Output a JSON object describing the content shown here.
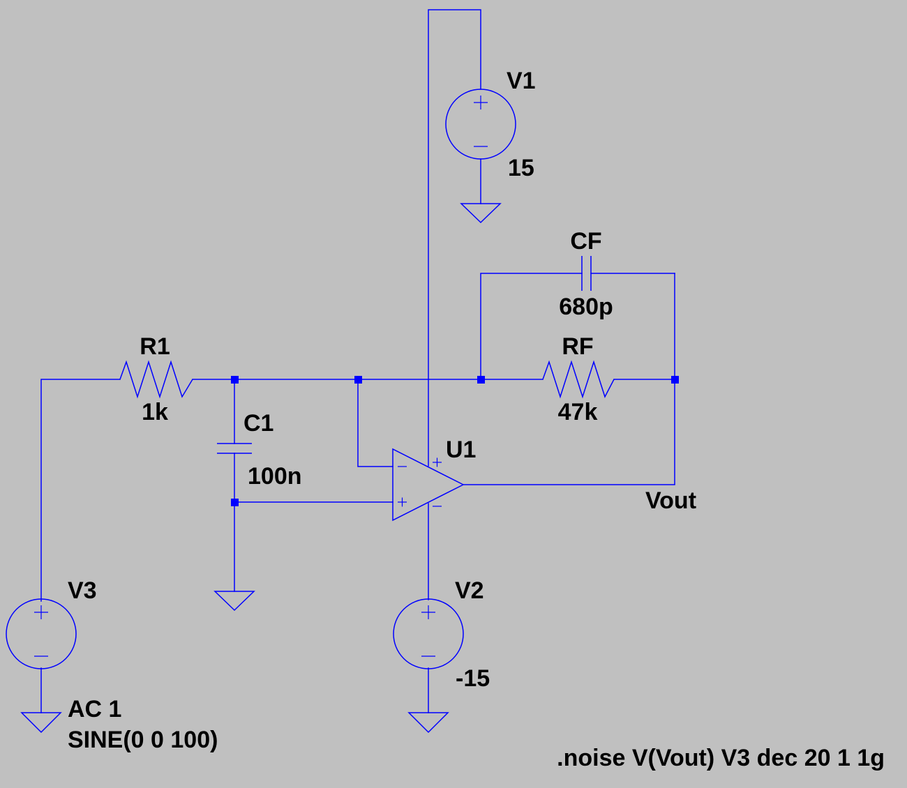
{
  "colors": {
    "background": "#c0c0c0",
    "wire": "#0000ff",
    "text": "#000000"
  },
  "components": {
    "v1": {
      "name": "V1",
      "value": "15"
    },
    "v2": {
      "name": "V2",
      "value": "-15"
    },
    "v3": {
      "name": "V3",
      "value_line1": "AC 1",
      "value_line2": "SINE(0 0 100)"
    },
    "r1": {
      "name": "R1",
      "value": "1k"
    },
    "rf": {
      "name": "RF",
      "value": "47k"
    },
    "c1": {
      "name": "C1",
      "value": "100n"
    },
    "cf": {
      "name": "CF",
      "value": "680p"
    },
    "u1": {
      "name": "U1"
    }
  },
  "net_labels": {
    "vout": "Vout"
  },
  "directive": ".noise V(Vout) V3 dec 20 1 1g"
}
